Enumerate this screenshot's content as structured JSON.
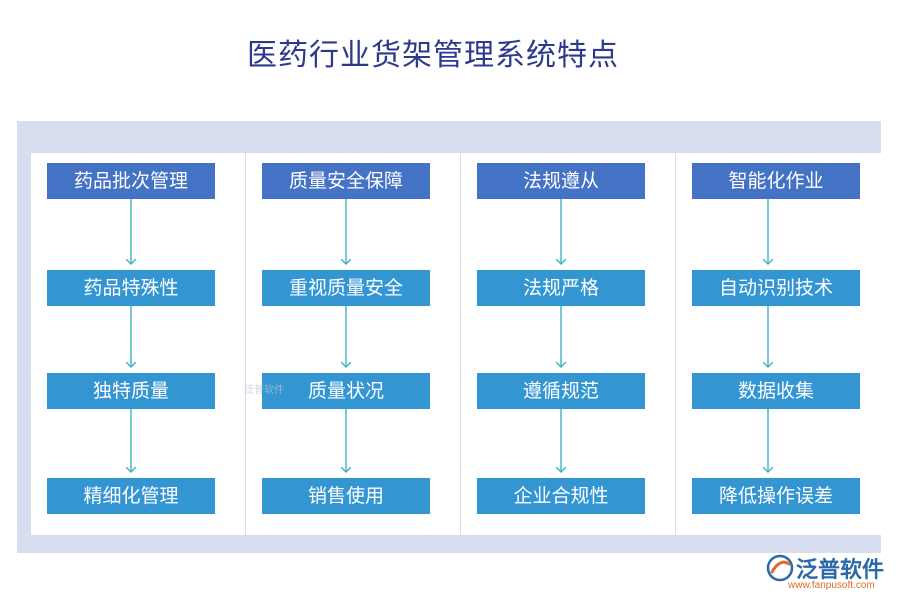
{
  "title": "医药行业货架管理系统特点",
  "columns": [
    {
      "header": "药品批次管理",
      "items": [
        "药品特殊性",
        "独特质量",
        "精细化管理"
      ]
    },
    {
      "header": "质量安全保障",
      "items": [
        "重视质量安全",
        "质量状况",
        "销售使用"
      ]
    },
    {
      "header": "法规遵从",
      "items": [
        "法规严格",
        "遵循规范",
        "企业合规性"
      ]
    },
    {
      "header": "智能化作业",
      "items": [
        "自动识别技术",
        "数据收集",
        "降低操作误差"
      ]
    }
  ],
  "watermark": "泛普软件",
  "logo": {
    "name": "泛普软件",
    "url": "www.fanpusoft.com"
  },
  "colors": {
    "title": "#2d3a8c",
    "panel": "#d7deef",
    "header_box": "#4472c4",
    "item_box": "#3396d3",
    "arrow": "#3fb3c8"
  }
}
